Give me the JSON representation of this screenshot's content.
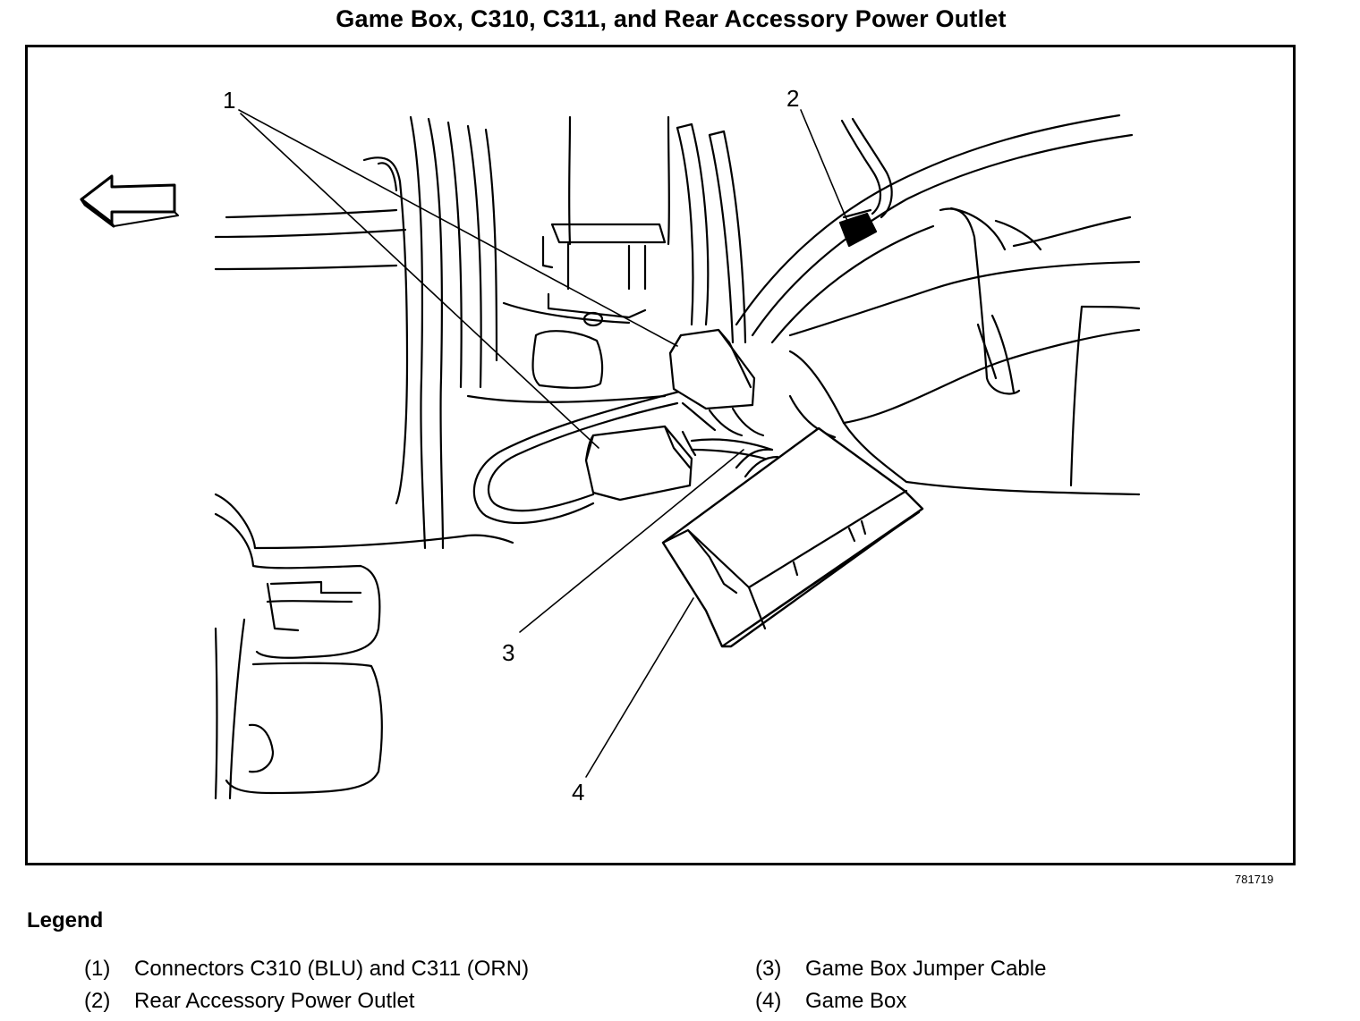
{
  "title": "Game Box, C310, C311, and Rear Accessory Power Outlet",
  "figure_id": "781719",
  "callouts": [
    "1",
    "2",
    "3",
    "4"
  ],
  "legend": {
    "heading": "Legend",
    "items": [
      {
        "num": "(1)",
        "label": "Connectors C310 (BLU) and C311 (ORN)"
      },
      {
        "num": "(2)",
        "label": "Rear Accessory Power Outlet"
      },
      {
        "num": "(3)",
        "label": "Game Box Jumper Cable"
      },
      {
        "num": "(4)",
        "label": "Game Box"
      }
    ]
  },
  "icons": {
    "direction_arrow": "arrow-left-icon"
  }
}
